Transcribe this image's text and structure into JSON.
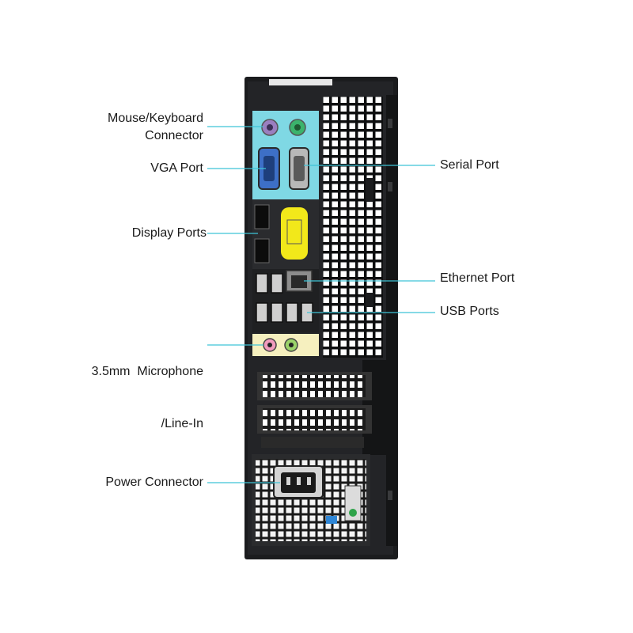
{
  "colors": {
    "leader_line": "#3fc3d6",
    "chassis": "#1b1c1e",
    "panel_cyan": "#7fd8e4",
    "panel_yellow": "#f6f0bf",
    "label_sticker": "#f2e81a",
    "vga_blue": "#3d6fc7",
    "ps2_purple": "#9a7fc0",
    "ps2_green": "#3bb36c",
    "mic_pink": "#f19bbd",
    "line_green": "#9bd36a",
    "psu_green_led": "#2fa34a",
    "psu_blue": "#2e86d6"
  },
  "labels": {
    "mouse_keyboard": {
      "line1": "Mouse/Keyboard",
      "line2": "Connector"
    },
    "vga": "VGA Port",
    "display": "Display Ports",
    "microphone": {
      "line1": "3.5mm  Microphone",
      "line2": "/Line-In"
    },
    "power": "Power Connector",
    "serial": "Serial Port",
    "ethernet": "Ethernet Port",
    "usb": "USB Ports"
  }
}
